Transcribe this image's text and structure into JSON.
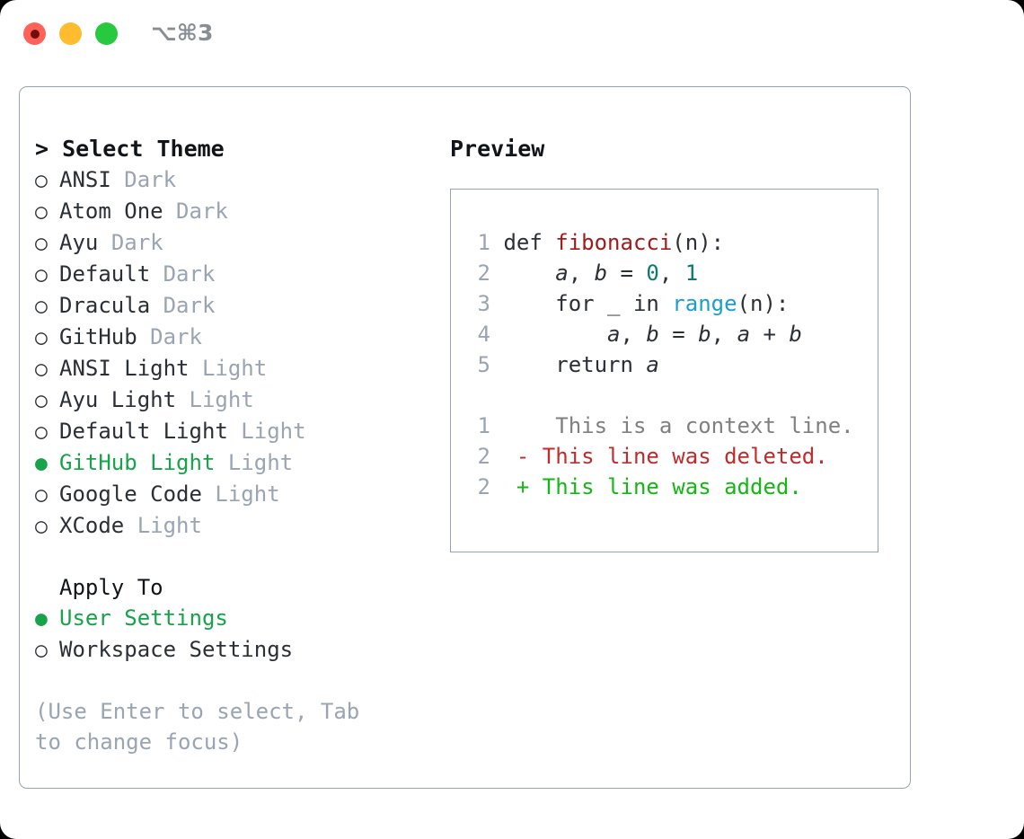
{
  "window": {
    "traffic_lights": [
      {
        "name": "close-button",
        "color": "#ff6159"
      },
      {
        "name": "minimize-button",
        "color": "#febc2e"
      },
      {
        "name": "zoom-button",
        "color": "#27c93f"
      }
    ],
    "shortcut_label": "⌥⌘3"
  },
  "theme_picker": {
    "header": "> Select Theme",
    "bullet_unselected": "○",
    "bullet_selected": "●",
    "items": [
      {
        "name": "ANSI",
        "variant": "Dark",
        "selected": false
      },
      {
        "name": "Atom One",
        "variant": "Dark",
        "selected": false
      },
      {
        "name": "Ayu",
        "variant": "Dark",
        "selected": false
      },
      {
        "name": "Default",
        "variant": "Dark",
        "selected": false
      },
      {
        "name": "Dracula",
        "variant": "Dark",
        "selected": false
      },
      {
        "name": "GitHub",
        "variant": "Dark",
        "selected": false
      },
      {
        "name": "ANSI Light",
        "variant": "Light",
        "selected": false
      },
      {
        "name": "Ayu Light",
        "variant": "Light",
        "selected": false
      },
      {
        "name": "Default Light",
        "variant": "Light",
        "selected": false
      },
      {
        "name": "GitHub Light",
        "variant": "Light",
        "selected": true
      },
      {
        "name": "Google Code",
        "variant": "Light",
        "selected": false
      },
      {
        "name": "XCode",
        "variant": "Light",
        "selected": false
      }
    ]
  },
  "apply_to": {
    "header": "Apply To",
    "items": [
      {
        "name": "User Settings",
        "selected": true
      },
      {
        "name": "Workspace Settings",
        "selected": false
      }
    ]
  },
  "hint": "(Use Enter to select, Tab to change focus)",
  "preview": {
    "title": "Preview",
    "code_lines": [
      {
        "lineno": "1",
        "tokens": [
          {
            "text": "def ",
            "kind": "kw"
          },
          {
            "text": "fibonacci",
            "kind": "fn"
          },
          {
            "text": "(n):",
            "kind": "punct"
          }
        ]
      },
      {
        "lineno": "2",
        "tokens": [
          {
            "text": "    ",
            "kind": "plain"
          },
          {
            "text": "a",
            "kind": "var"
          },
          {
            "text": ", ",
            "kind": "punct"
          },
          {
            "text": "b",
            "kind": "var"
          },
          {
            "text": " = ",
            "kind": "punct"
          },
          {
            "text": "0",
            "kind": "num"
          },
          {
            "text": ", ",
            "kind": "punct"
          },
          {
            "text": "1",
            "kind": "num"
          }
        ]
      },
      {
        "lineno": "3",
        "tokens": [
          {
            "text": "    for _ in ",
            "kind": "kw"
          },
          {
            "text": "range",
            "kind": "builtin"
          },
          {
            "text": "(n):",
            "kind": "punct"
          }
        ]
      },
      {
        "lineno": "4",
        "tokens": [
          {
            "text": "        ",
            "kind": "plain"
          },
          {
            "text": "a",
            "kind": "var"
          },
          {
            "text": ", ",
            "kind": "punct"
          },
          {
            "text": "b",
            "kind": "var"
          },
          {
            "text": " = ",
            "kind": "punct"
          },
          {
            "text": "b",
            "kind": "var"
          },
          {
            "text": ", ",
            "kind": "punct"
          },
          {
            "text": "a",
            "kind": "var"
          },
          {
            "text": " + ",
            "kind": "punct"
          },
          {
            "text": "b",
            "kind": "var"
          }
        ]
      },
      {
        "lineno": "5",
        "tokens": [
          {
            "text": "    return ",
            "kind": "kw"
          },
          {
            "text": "a",
            "kind": "var"
          }
        ]
      }
    ],
    "diff_lines": [
      {
        "lineno": "1",
        "marker": " ",
        "text": "  This is a context line.",
        "kind": "ctx"
      },
      {
        "lineno": "2",
        "marker": "-",
        "text": " This line was deleted.",
        "kind": "del"
      },
      {
        "lineno": "2",
        "marker": "+",
        "text": " This line was added.",
        "kind": "add"
      }
    ]
  },
  "colors": {
    "accent_green": "#16a34a",
    "muted": "#9aa4b2",
    "text": "#2b2f36",
    "border": "#97a3b2",
    "diff_added": "#14b814",
    "diff_deleted": "#c22b2b",
    "diff_context": "#808080",
    "syntax_function": "#a01b1b",
    "syntax_builtin": "#1a9ed4",
    "syntax_number": "#0b7a77"
  }
}
